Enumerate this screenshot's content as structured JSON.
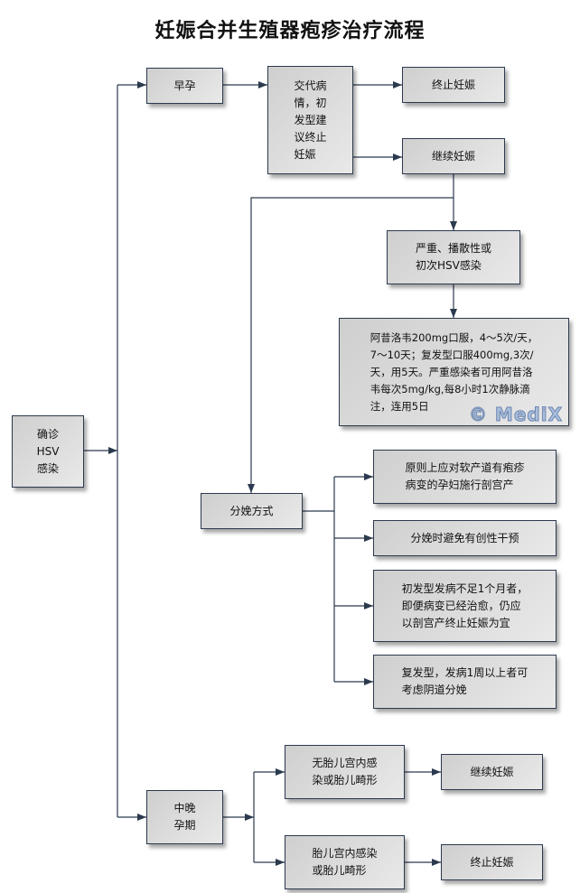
{
  "title": "妊娠合并生殖器疱疹治疗流程",
  "nodes": {
    "diagnosis": "确诊\nHSV\n感染",
    "early_pregnancy": "早孕",
    "explain_condition": "交代病\n情，初\n发型建\n议终止\n妊娠",
    "terminate_early": "终止妊娠",
    "continue_early": "继续妊娠",
    "severe_infection": "严重、播散性或\n初次HSV感染",
    "acyclovir_regimen": "阿昔洛韦200mg口服，4～5次/天，\n7～10天；复发型口服400mg,3次/\n天，用5天。严重感染者可用阿昔洛\n韦每次5mg/kg,每8小时1次静脉滴\n注，连用5日",
    "delivery_method": "分娩方式",
    "delivery_option_1": "原则上应对软产道有疱疹\n病变的孕妇施行剖宫产",
    "delivery_option_2": "分娩时避免有创性干预",
    "delivery_option_3": "初发型发病不足1个月者，\n即便病变已经治愈，仍应\n以剖宫产终止妊娠为宜",
    "delivery_option_4": "复发型，发病1周以上者可\n考虑阴道分娩",
    "mid_late_pregnancy": "中晚\n孕期",
    "no_fetal_infection": "无胎儿宫内感\n染或胎儿畸形",
    "fetal_infection": "胎儿宫内感染\n或胎儿畸形",
    "continue_late": "继续妊娠",
    "terminate_late": "终止妊娠"
  },
  "watermark": "© MediX",
  "colors": {
    "line": "#2b3a4e",
    "box_fill_start": "#cfcfcf",
    "box_fill_end": "#e9e9e9",
    "watermark": "#a9bfdc"
  }
}
